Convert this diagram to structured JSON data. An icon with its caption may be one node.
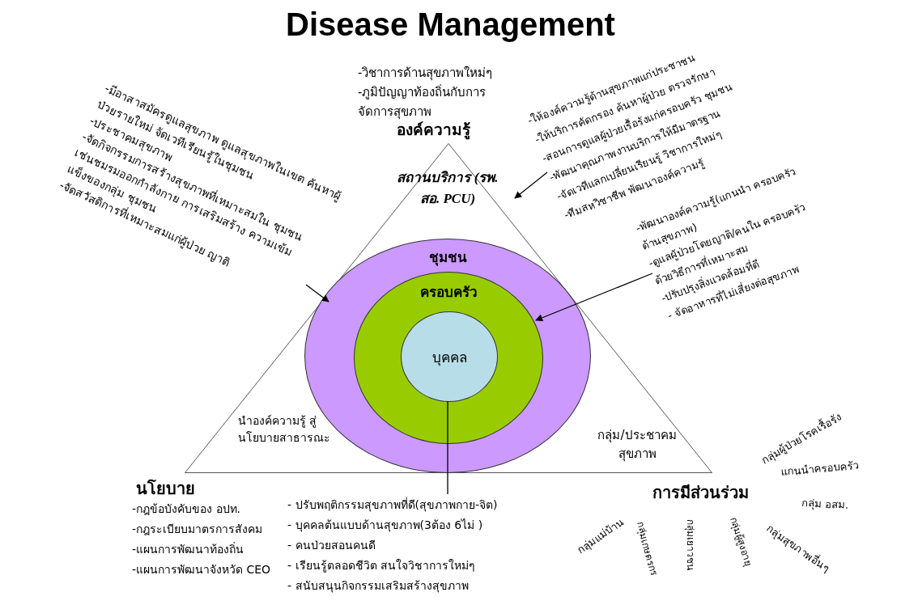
{
  "diagram": {
    "title": "Disease Management",
    "nodes": [
      {
        "text": [],
        "shape": "triangle"
      },
      {
        "text": [
          "สถานบริการ (รพ. สอ. PCU)"
        ],
        "in": 0
      },
      {
        "text": [
          "ชุมชน"
        ],
        "in": 0
      },
      {
        "text": [
          "ครอบครัว"
        ],
        "in": 2
      },
      {
        "text": [
          "บุคคล"
        ],
        "in": 3
      },
      {
        "text": [
          "นำองค์ความรู้ สู่นโยบายสาธารณะ"
        ],
        "in": 0
      },
      {
        "text": [
          "กลุ่ม/ประชาคม สุขภาพ"
        ],
        "in": 0
      },
      {
        "text": [
          "-มีอาสาสมัครดูแลสุขภาพ ดูแลสุขภาพในเขต ค้นหาผู้ป่วยรายใหม่ จัดเวทีเรียนรู้ในชุมชน",
          "-ประชาคมสุขภาพ",
          "-จัดกิจกรรมการสร้างสุขภาพที่เหมาะสมใน ชุมชน เช่นชมรมออกกำลังกาย การเสริมสร้าง ความเข้มแข็งของกลุ่ม ชุมชน",
          "-จัดสวัสดิการที่เหมาะสมแก่ผู้ป่วย ญาติ"
        ]
      },
      {
        "text": [
          "-ให้องค์ความรู้ด้านสุขภาพแก่ประชาชน",
          "-ให้บริการคัดกรอง ค้นหาผู้ป่วย ตรวจรักษา",
          "-สอนการดูแลผู้ป่วยเรื้อรังแก่ครอบครัว ชุมชน",
          "-พัฒนาคุณภาพงานบริการให้มีมาตรฐาน",
          "-จัดเวทีแลกเปลี่ยนเรียนรู้ วิชาการใหม่ๆ",
          "-ทีมสหวิชาชีพ พัฒนาองค์ความรู้"
        ]
      },
      {
        "text": [
          "-พัฒนาองค์ความรู้(แกนนำ ครอบครัวด้านสุขภาพ)",
          "-ดูแลผู้ป่วยโดยญาติ/คนใน ครอบครัวด้วยวิธีการที่เหมาะสม",
          "-ปรับปรุงสิ่งแวดล้อมที่ดี",
          "- จัดอาหารที่ไม่เสี่ยงต่อสุขภาพ"
        ]
      },
      {
        "text": [
          "- ปรับพฤติกรรมสุขภาพที่ดี(สุขภาพกาย-จิต)",
          "- บุคคลต้นแบบด้านสุขภาพ(3ต้อง 6ไม่ )",
          "- คนป่วยสอนคนดี",
          "- เรียนรู้ตลอดชีวิต สนใจวิชาการใหม่ๆ",
          "- สนับสนุนกิจกรรมเสริมสร้างสุขภาพ"
        ]
      }
    ],
    "edges": [
      {
        "from": 7,
        "to": 2,
        "arrow": "to"
      },
      {
        "from": 8,
        "to": 1,
        "arrow": "to"
      },
      {
        "from": 9,
        "to": 3,
        "arrow": "to"
      },
      {
        "from": 10,
        "to": 4,
        "arrow": "none"
      }
    ],
    "labels": [
      "-วิชาการด้านสุขภาพใหม่ๆ",
      "-ภูมิปัญญาท้องถิ่นกับการ จัดการสุขภาพ",
      "องค์ความรู้",
      "นโยบาย",
      "-กฎข้อบังคับของ อปท.",
      "-กฎระเบียบมาตรการสังคม",
      "-แผนการพัฒนาท้องถิ่น",
      "-แผนการพัฒนาจังหวัด CEO",
      "การมีส่วนร่วม",
      "กลุ่มผู้ป่วยโรคเรื้อรัง",
      "แกนนำครอบครัว",
      "กลุ่ม อสม.",
      "กลุ่มแม่บ้าน",
      "กลุ่มเกษตรกร",
      "กลุ่มเยาวชน",
      "กลุ่มผู้สูงอายุ",
      "กลุ่มสุขภาพอื่นๆ"
    ]
  }
}
